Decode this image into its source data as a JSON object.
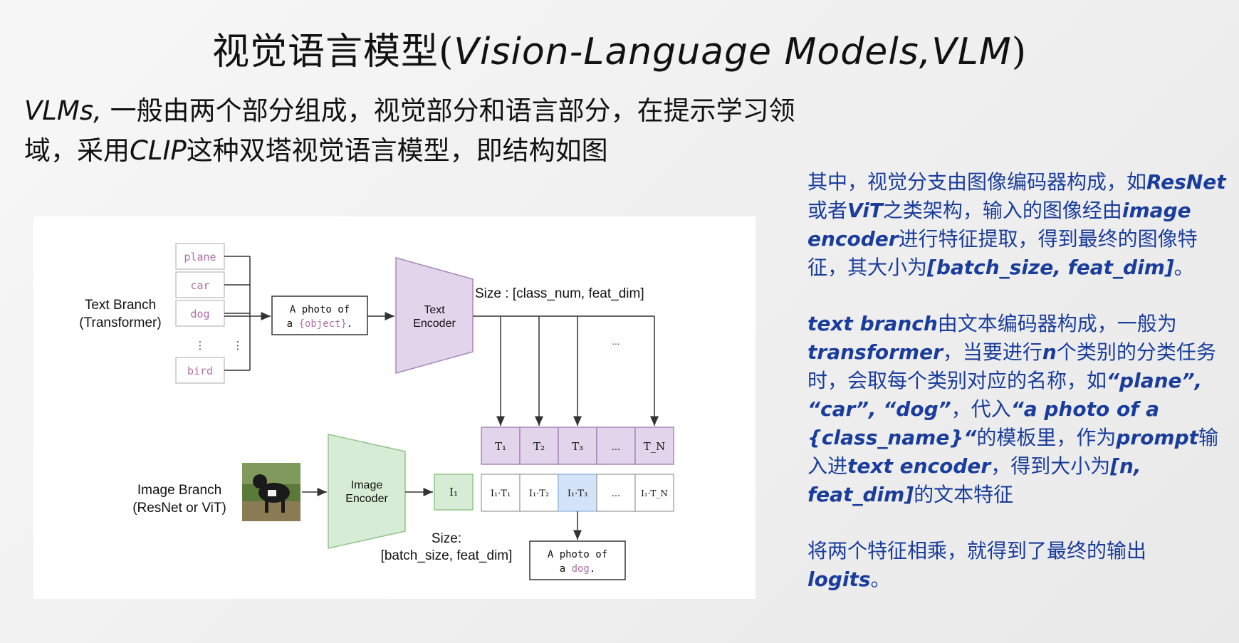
{
  "title": {
    "zh": "视觉语言模型(",
    "en": "Vision-Language Models,VLM",
    "close": ")"
  },
  "intro": {
    "line1_latin": "VLMs,",
    "line1_zh": " 一般由两个部分组成，视觉部分和语言部分，在提示学习领",
    "line2_zh_a": "域，采用",
    "line2_latin": "CLIP",
    "line2_zh_b": "这种双塔视觉语言模型，即结构如图"
  },
  "diagram": {
    "text_branch_label_1": "Text Branch",
    "text_branch_label_2": "(Transformer)",
    "class_words": [
      "plane",
      "car",
      "dog",
      "bird"
    ],
    "vdots": "⋮",
    "prompt_line1": "A photo of",
    "prompt_line2_a": "a ",
    "prompt_line2_b": "{object}",
    "prompt_line2_c": ".",
    "text_encoder_1": "Text",
    "text_encoder_2": "Encoder",
    "text_size": "Size : [class_num, feat_dim]",
    "ellipsis": "...",
    "t_cells": [
      "T₁",
      "T₂",
      "T₃",
      "...",
      "T_N"
    ],
    "image_branch_label_1": "Image Branch",
    "image_branch_label_2": "(ResNet or ViT)",
    "image_encoder_1": "Image",
    "image_encoder_2": "Encoder",
    "i1": "I₁",
    "products": [
      "I₁·T₁",
      "I₁·T₂",
      "I₁·T₃",
      "...",
      "I₁·T_N"
    ],
    "image_size_1": "Size:",
    "image_size_2": "[batch_size, feat_dim]",
    "output_line1": "A photo of",
    "output_line2_a": "a ",
    "output_line2_b": "dog",
    "output_line2_c": ".",
    "colors": {
      "purple_fill": "#e2d4ea",
      "purple_stroke": "#a788b8",
      "green_fill": "#d7ecd4",
      "green_stroke": "#93c38c",
      "highlight_fill": "#d4e4f8",
      "word_color": "#b070a5"
    }
  },
  "notes": {
    "p1": [
      {
        "t": "其中，视觉分支由图像编码器构成，如"
      },
      {
        "t": "ResNet",
        "en": true
      },
      {
        "t": "或者"
      },
      {
        "t": "ViT",
        "en": true
      },
      {
        "t": "之类架构，输入的图像经由"
      },
      {
        "t": "image encoder",
        "en": true
      },
      {
        "t": "进行特征提取，得到最终的图像特征，其大小为"
      },
      {
        "t": "[batch_size, feat_dim]",
        "en": true
      },
      {
        "t": "。"
      }
    ],
    "p2": [
      {
        "t": "text branch",
        "en": true
      },
      {
        "t": "由文本编码器构成，一般为"
      },
      {
        "t": "transformer",
        "en": true
      },
      {
        "t": "，当要进行"
      },
      {
        "t": "n",
        "en": true
      },
      {
        "t": "个类别的分类任务时，会取每个类别对应的名称，如"
      },
      {
        "t": "“plane”, “car”, “dog”",
        "en": true
      },
      {
        "t": "，代入"
      },
      {
        "t": "“a photo of a {class_name}“",
        "en": true
      },
      {
        "t": "的模板里，作为"
      },
      {
        "t": "prompt",
        "en": true
      },
      {
        "t": "输入进"
      },
      {
        "t": "text encoder",
        "en": true
      },
      {
        "t": "，得到大小为"
      },
      {
        "t": "[n, feat_dim]",
        "en": true
      },
      {
        "t": "的文本特征"
      }
    ],
    "p3": [
      {
        "t": "将两个特征相乘，就得到了最终的输出"
      },
      {
        "t": "logits",
        "en": true
      },
      {
        "t": "。"
      }
    ]
  }
}
